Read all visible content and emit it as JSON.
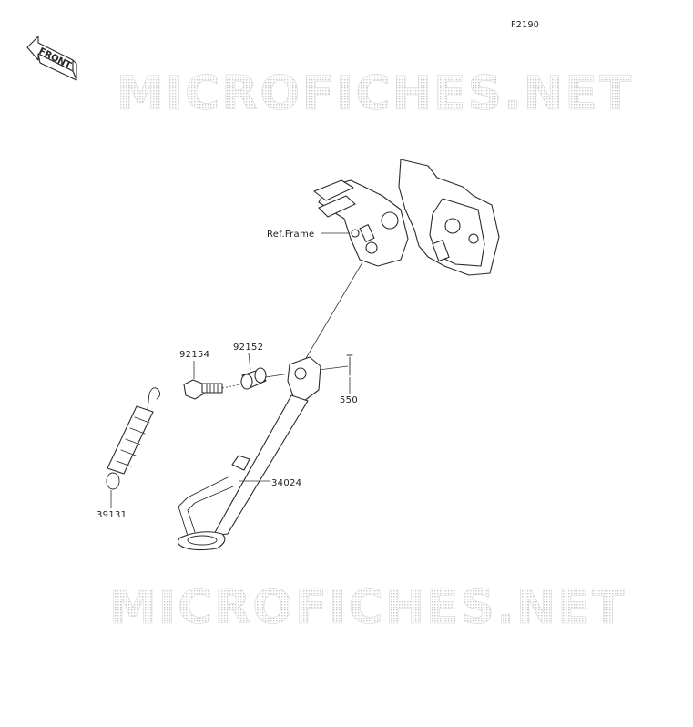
{
  "diagram": {
    "code": "F2190",
    "front_label": "FRONT",
    "watermark": "MICROFICHES.NET",
    "parts": {
      "ref_frame": "Ref.Frame",
      "bolt": "92154",
      "collar": "92152",
      "pin": "550",
      "stand": "34024",
      "spring": "39131"
    }
  }
}
